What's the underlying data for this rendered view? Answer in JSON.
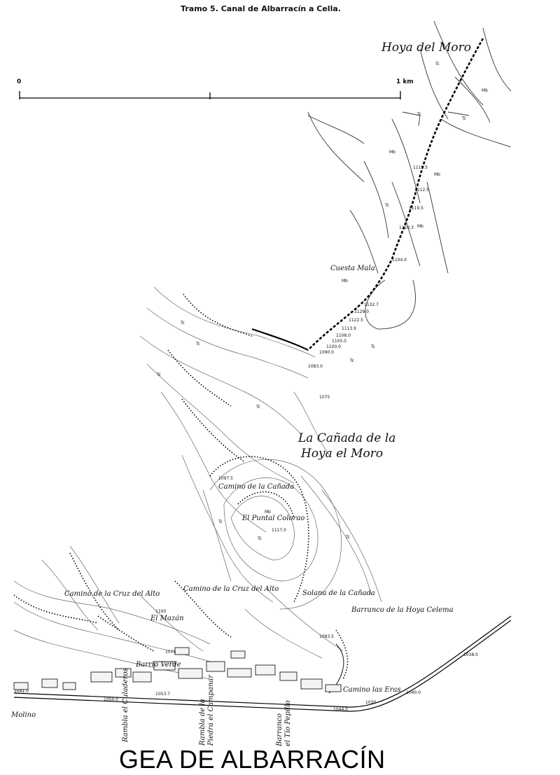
{
  "title": "Tramo 5. Canal de Albarracín a Cella.",
  "town": "GEA DE ALBARRACÍN",
  "scale": {
    "start": "0",
    "end": "1 km"
  },
  "places": {
    "hoya_del_moro": "Hoya del Moro",
    "cuesta_mala": "Cuesta Mala",
    "canada_1": "La Cañada de la",
    "canada_2": "Hoya el Moro",
    "camino_canada": "Camino de la Cañada",
    "puntal": "El Puntal Colorao",
    "camino_cruz_1": "Camino de la Cruz del Alto",
    "camino_cruz_2": "Camino de la Cruz del Alto",
    "solana": "Solana de la Cañada",
    "barranco_hoya": "Barranco de la Hoya Celema",
    "mazan": "El Mazán",
    "barrio_verde": "Barrio Verde",
    "camino_eras": "Camino las Eras",
    "molino": "Molino",
    "rambla_culaderos": "Rambla el Culaderos",
    "rambla_piedra_1": "Rambla de la",
    "rambla_piedra_2": "Piedra el Campanar",
    "barranco_tio_1": "Barranco",
    "barranco_tio_2": "el Tío Pepillo"
  },
  "codes": {
    "tc": "Tc",
    "mb": "Mb"
  },
  "elevations": [
    "1119.5",
    "1112.5",
    "1119.5",
    "1120.3",
    "1104.0",
    "1132.7",
    "1129.0",
    "1122.5",
    "1113.9",
    "1108.0",
    "1105.0",
    "1100.0",
    "1090.0",
    "1083.0",
    "1075",
    "1097.5",
    "1117.0",
    "1083.5",
    "1038.0",
    "1040.0",
    "1030",
    "1044.0",
    "1041.0",
    "1050.0",
    "1053.7",
    "1100",
    "1075"
  ]
}
